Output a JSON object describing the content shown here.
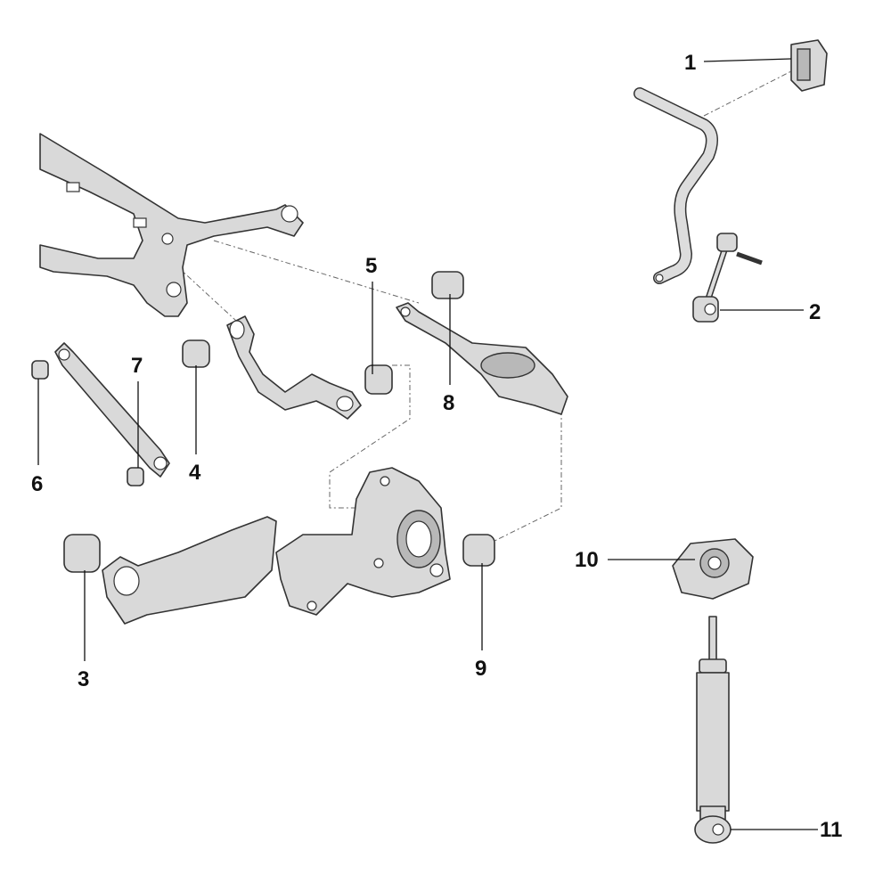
{
  "diagram": {
    "title": "Rear suspension exploded view",
    "callouts": [
      {
        "number": "1",
        "part": "stabilizer-bush"
      },
      {
        "number": "2",
        "part": "coupling-rod"
      },
      {
        "number": "3",
        "part": "trailing-arm-bush"
      },
      {
        "number": "4",
        "part": "upper-link-bush"
      },
      {
        "number": "5",
        "part": "upper-link-outer-bush"
      },
      {
        "number": "6",
        "part": "track-rod-inner-bush"
      },
      {
        "number": "7",
        "part": "track-rod-outer-bush"
      },
      {
        "number": "8",
        "part": "lower-arm-inner-bush"
      },
      {
        "number": "9",
        "part": "lower-arm-outer-bush"
      },
      {
        "number": "10",
        "part": "shock-absorber-mount"
      },
      {
        "number": "11",
        "part": "shock-absorber"
      }
    ]
  }
}
